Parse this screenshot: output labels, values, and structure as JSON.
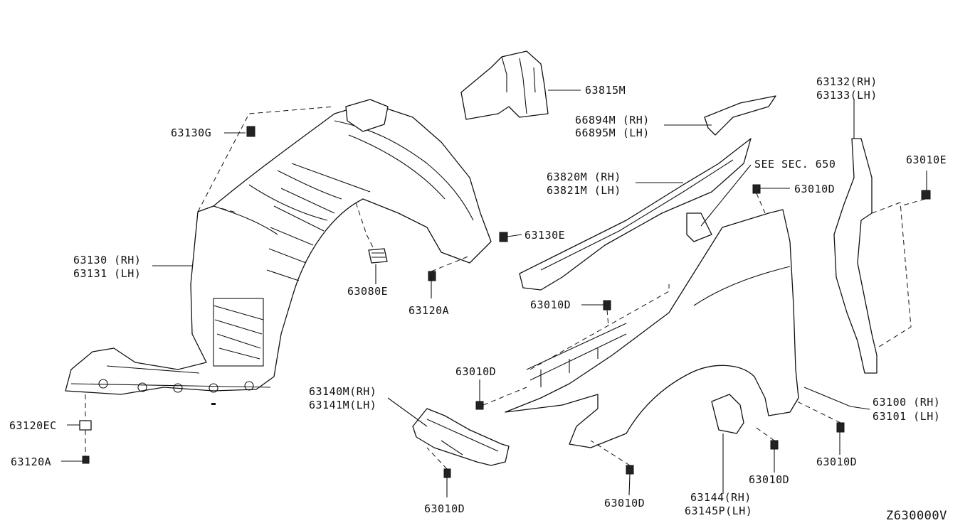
{
  "diagram_code": "Z630000V",
  "callouts": {
    "p63815M": "63815M",
    "p66894M": "66894M (RH)",
    "p66895M": "66895M (LH)",
    "p63132": "63132(RH)",
    "p63133": "63133(LH)",
    "p63010E": "63010E",
    "see_sec": "SEE SEC. 650",
    "p63820M": "63820M (RH)",
    "p63821M": "63821M (LH)",
    "p63010D_a": "63010D",
    "p63130G": "63130G",
    "p63130E": "63130E",
    "p63130": "63130 (RH)",
    "p63131": "63131 (LH)",
    "p63080E": "63080E",
    "p63120A_top": "63120A",
    "p63010D_b": "63010D",
    "p63010D_c": "63010D",
    "p63140M": "63140M(RH)",
    "p63141M": "63141M(LH)",
    "p63120EC": "63120EC",
    "p63120A_bot": "63120A",
    "p63010D_d": "63010D",
    "p63010D_e": "63010D",
    "p63010D_f": "63010D",
    "p63010D_g": "63010D",
    "p63100": "63100 (RH)",
    "p63101": "63101 (LH)",
    "p63144": "63144(RH)",
    "p63145P": "63145P(LH)"
  }
}
